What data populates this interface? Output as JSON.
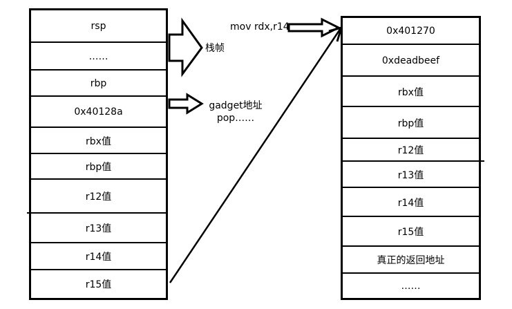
{
  "left_stack": {
    "cells": [
      "rsp",
      "……",
      "rbp",
      "0x40128a",
      "rbx值",
      "rbp值",
      "r12值",
      "r13值",
      "r14值",
      "r15值"
    ]
  },
  "right_stack": {
    "cells": [
      "0x401270",
      "0xdeadbeef",
      "rbx值",
      "rbp值",
      "r12值",
      "r13值",
      "r14值",
      "r15值",
      "真正的返回地址",
      "……"
    ]
  },
  "annotations": {
    "stack_frame": "栈帧",
    "mov_instruction": "mov rdx,r14",
    "gadget_line1": "gadget地址",
    "gadget_line2": "pop……"
  }
}
